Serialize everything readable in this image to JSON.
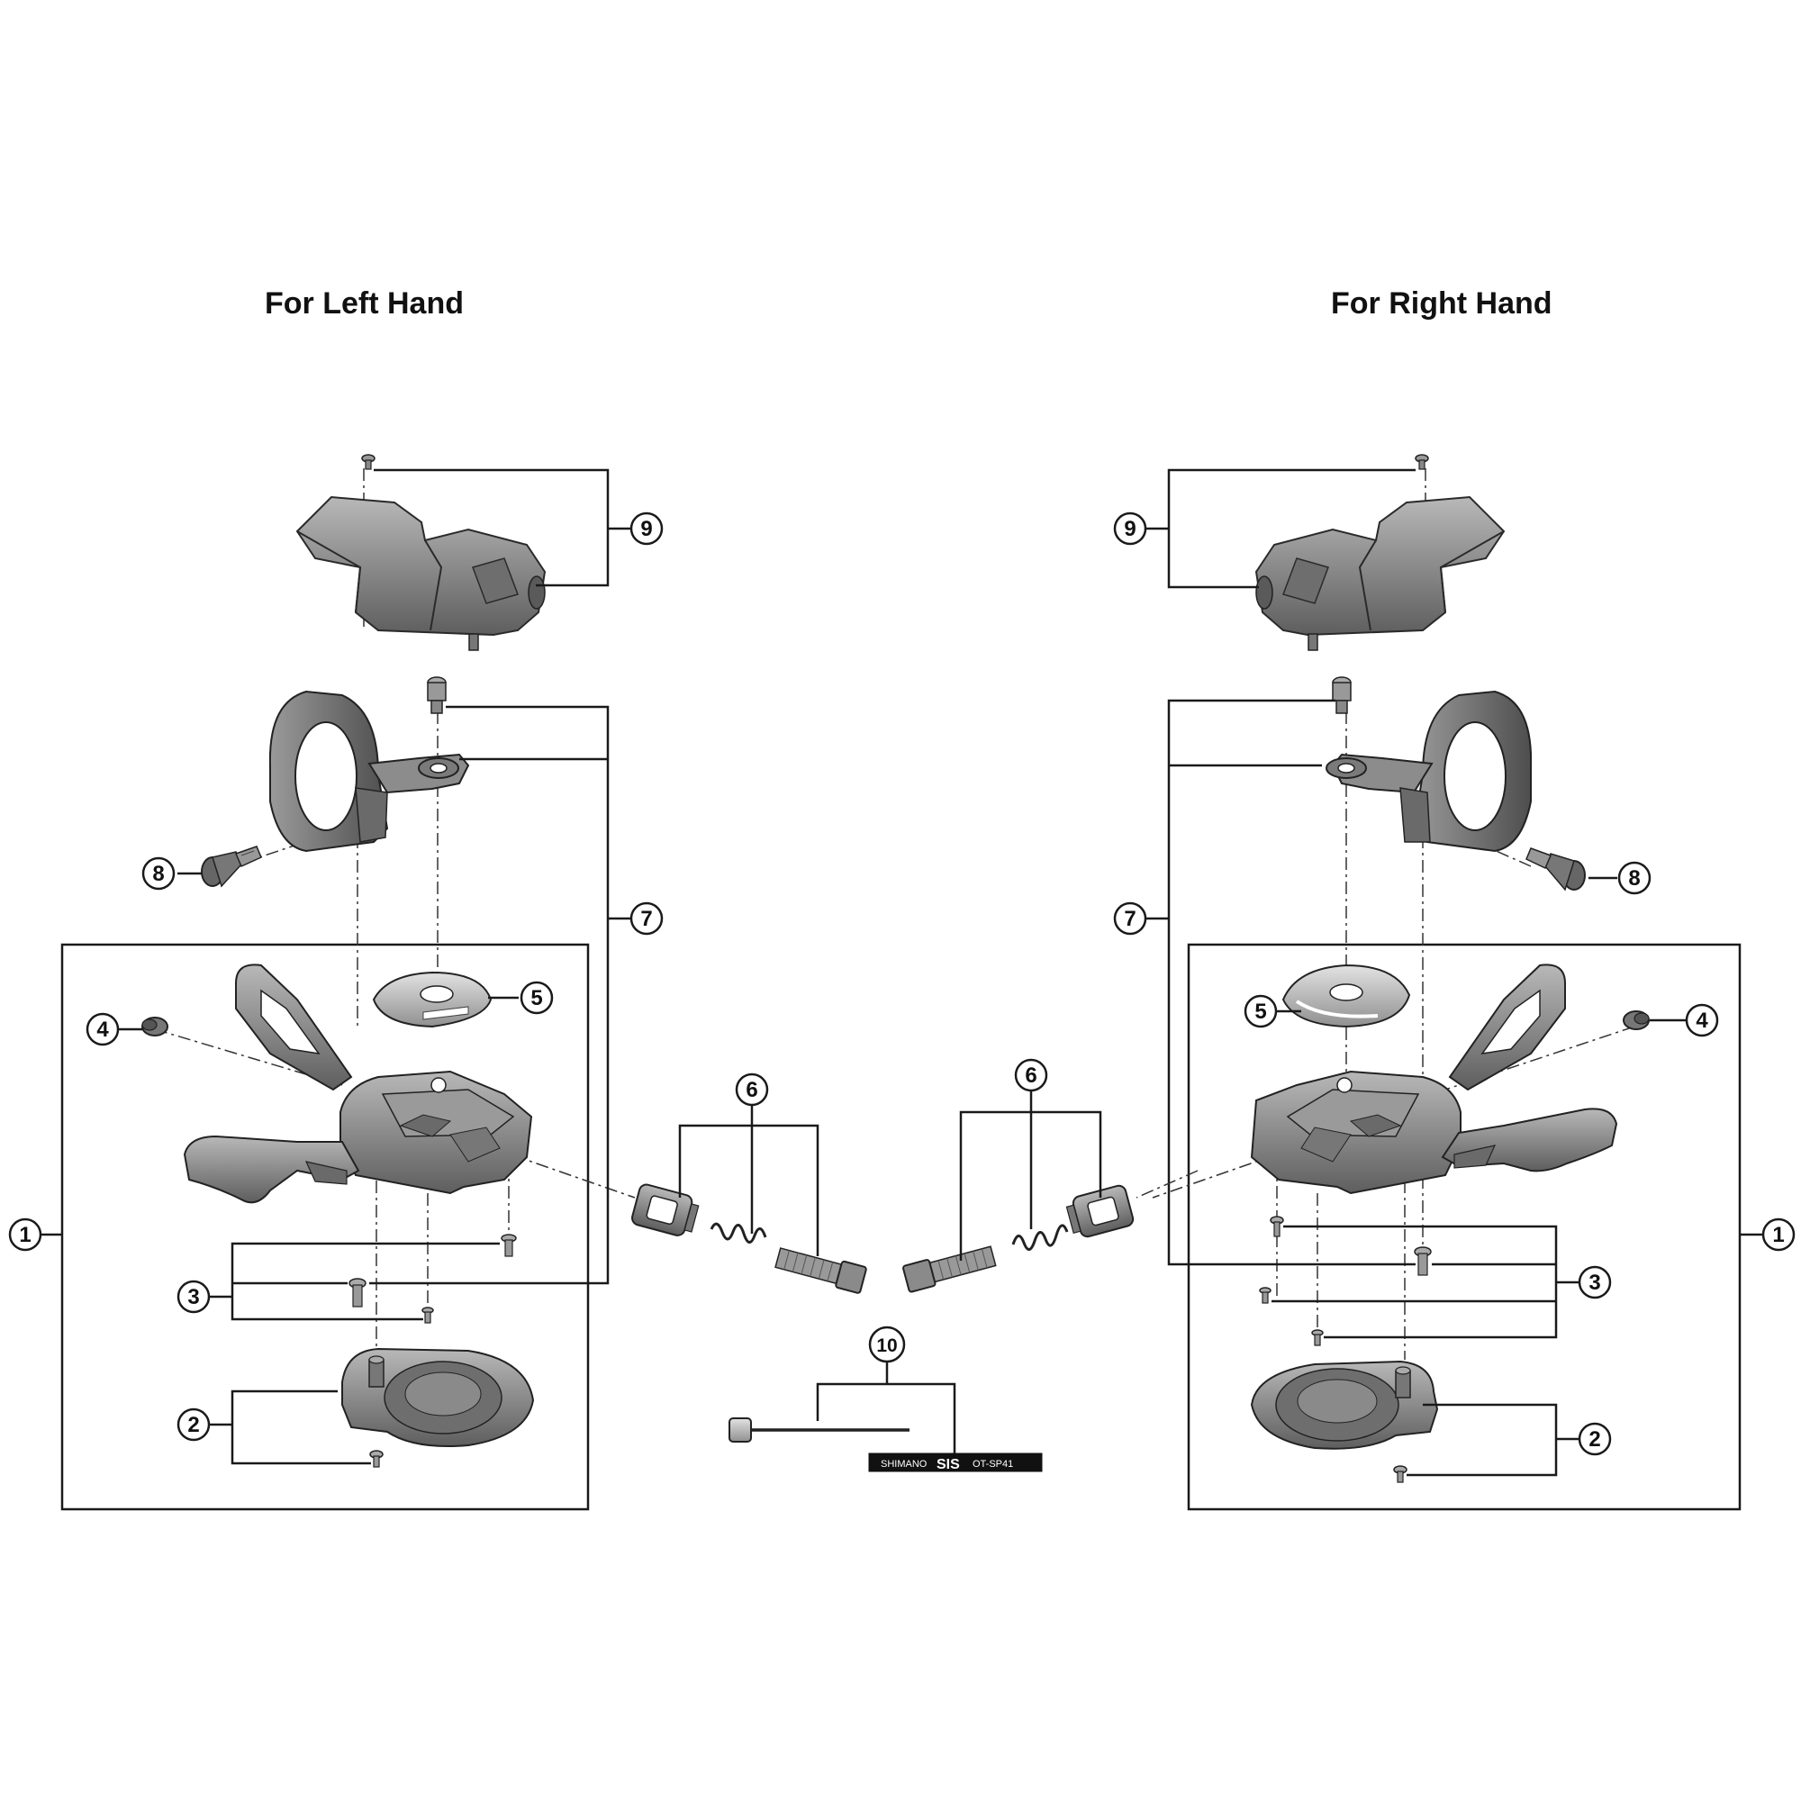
{
  "titles": {
    "left": "For Left Hand",
    "right": "For Right Hand"
  },
  "callouts": {
    "c1": "1",
    "c2": "2",
    "c3": "3",
    "c4": "4",
    "c5": "5",
    "c6": "6",
    "c7": "7",
    "c8": "8",
    "c9": "9",
    "c10": "10"
  },
  "cable_label": {
    "brand": "SHIMANO",
    "model": "SIS",
    "code": "OT-SP41"
  },
  "colors": {
    "part_fill": "#8a8a8a",
    "part_dark": "#4a4a4a",
    "part_light": "#c4c4c4",
    "line": "#1a1a1a"
  }
}
